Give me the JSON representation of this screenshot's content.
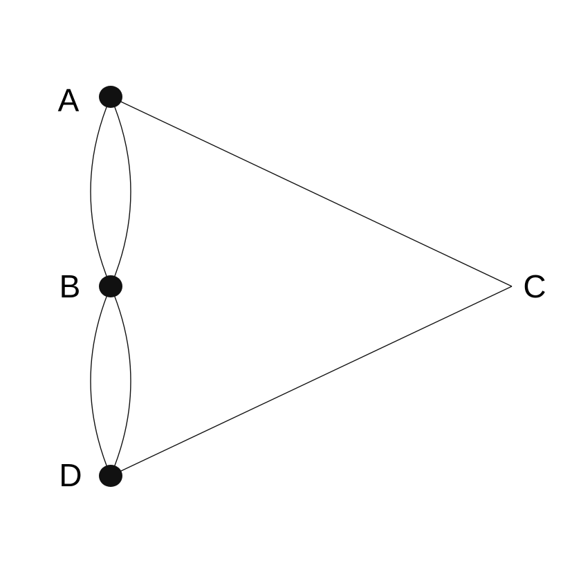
{
  "graph": {
    "nodes": [
      {
        "id": "A",
        "label": "A",
        "dot": true
      },
      {
        "id": "B",
        "label": "B",
        "dot": true
      },
      {
        "id": "C",
        "label": "C",
        "dot": false
      },
      {
        "id": "D",
        "label": "D",
        "dot": true
      }
    ],
    "edges": [
      {
        "from": "A",
        "to": "B"
      },
      {
        "from": "A",
        "to": "B"
      },
      {
        "from": "B",
        "to": "D"
      },
      {
        "from": "B",
        "to": "D"
      },
      {
        "from": "A",
        "to": "C"
      },
      {
        "from": "D",
        "to": "C"
      }
    ],
    "colors": {
      "stroke": "#111111",
      "node": "#111111",
      "label": "#000000",
      "background": "#ffffff"
    }
  }
}
